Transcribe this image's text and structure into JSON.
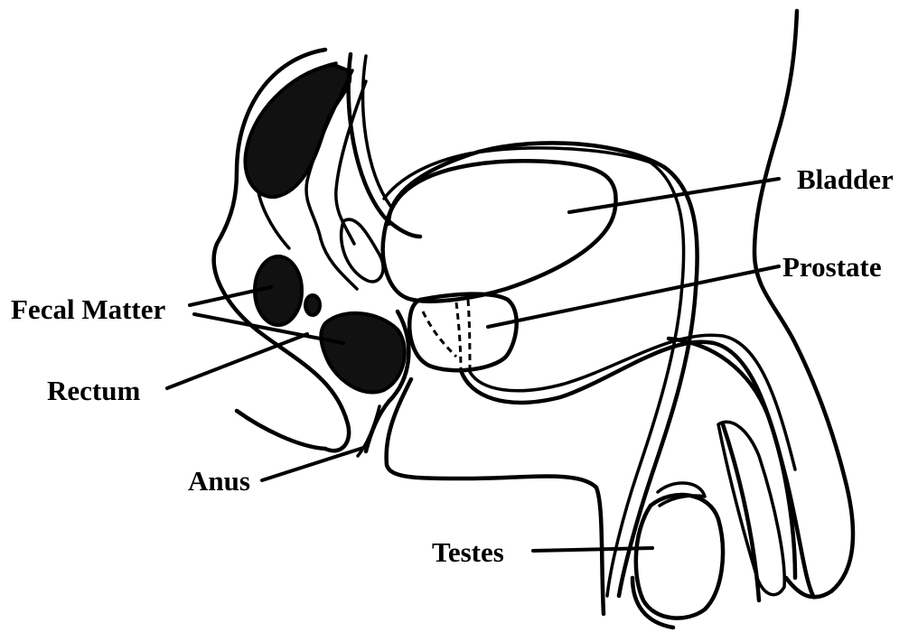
{
  "diagram": {
    "labels": {
      "bladder": "Bladder",
      "prostate": "Prostate",
      "fecal_matter": "Fecal Matter",
      "rectum": "Rectum",
      "anus": "Anus",
      "testes": "Testes"
    }
  }
}
